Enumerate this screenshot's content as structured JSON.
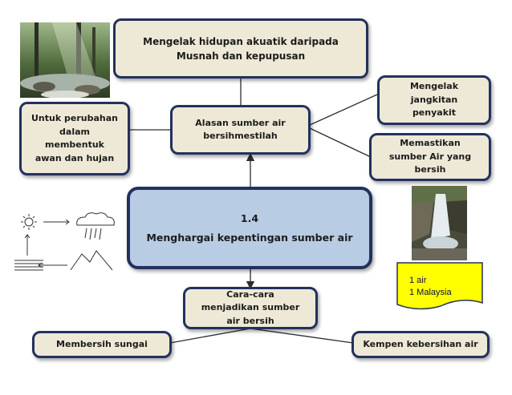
{
  "center": {
    "line1": "1.4",
    "line2": "Menghargai kepentingan sumber air"
  },
  "top_node": "Mengelak hidupan akuatik daripada Musnah dan kepupusan",
  "reasons_node": "Alasan sumber air bersihmestilah",
  "left_node": "Untuk perubahan dalam membentuk awan dan hujan",
  "right_top_node": "Mengelak jangkitan penyakit",
  "right_mid_node": "Memastikan sumber Air yang bersih",
  "ways_node": "Cara-cara menjadikan sumber air bersih",
  "bottom_left_node": "Membersih sungai",
  "bottom_right_node": "Kempen kebersihan air",
  "sticky_note": "1 air\n1 Malaysia",
  "colors": {
    "border": "#23315e",
    "box_fill": "#ede9d6",
    "center_fill": "#b8cce4",
    "sticky_fill": "#ffff00"
  },
  "icons": [
    "forest-stream-photo",
    "waterfall-photo",
    "water-cycle-sketch"
  ]
}
